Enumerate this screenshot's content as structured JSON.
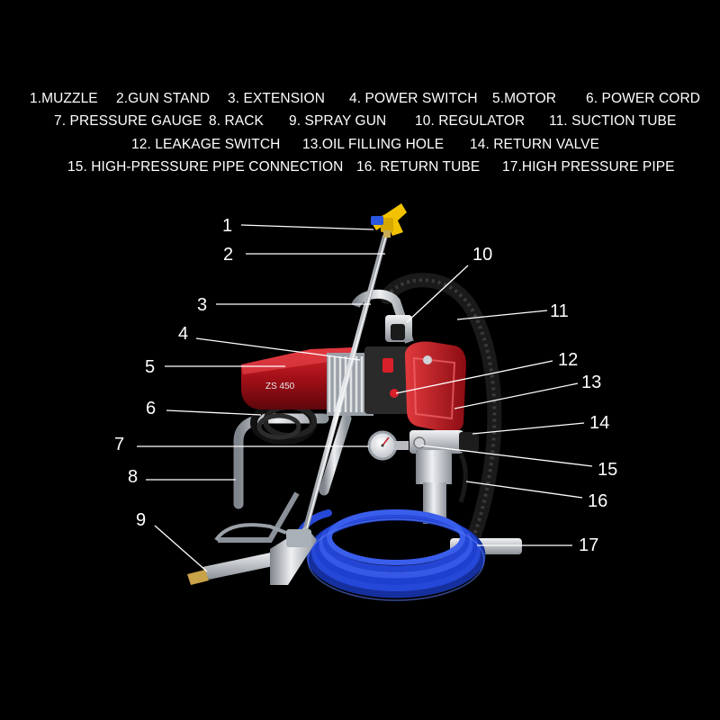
{
  "legend": {
    "row1": [
      "1.MUZZLE",
      "2.GUN STAND",
      "3. EXTENSION",
      "4. POWER SWITCH",
      "5.MOTOR",
      "6. POWER CORD"
    ],
    "row2": [
      "7. PRESSURE GAUGE",
      "8. RACK",
      "9. SPRAY GUN",
      "10. REGULATOR",
      "11. SUCTION TUBE"
    ],
    "row3": [
      "12. LEAKAGE SWITCH",
      "13.OIL FILLING HOLE",
      "14. RETURN VALVE"
    ],
    "row4": [
      "15. HIGH-PRESSURE PIPE CONNECTION",
      "16. RETURN TUBE",
      "17.HIGH PRESSURE PIPE"
    ]
  },
  "machine": {
    "model_label": "ZS 450"
  },
  "callouts": [
    "1",
    "2",
    "3",
    "4",
    "5",
    "6",
    "7",
    "8",
    "9",
    "10",
    "11",
    "12",
    "13",
    "14",
    "15",
    "16",
    "17"
  ],
  "colors": {
    "background": "#000000",
    "text": "#ffffff",
    "body_red": "#b3121c",
    "hose_blue": "#1f3fd0",
    "frame_silver": "#c9ccd1",
    "tip_yellow": "#f2c200"
  }
}
